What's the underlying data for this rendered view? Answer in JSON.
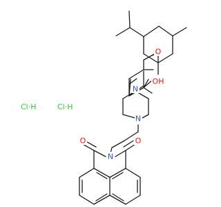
{
  "molecule": {
    "salt": [
      {
        "text": "Cl·H",
        "color": "#33cc33"
      },
      {
        "text": "Cl·H",
        "color": "#33cc33"
      }
    ],
    "atoms": [
      {
        "id": "o_ether",
        "text": "O",
        "color": "#ff0d0d"
      },
      {
        "id": "oh",
        "text": "OH",
        "color": "#ff0d0d"
      },
      {
        "id": "n_pip_top",
        "text": "N",
        "color": "#3050f8"
      },
      {
        "id": "n_pip_bottom",
        "text": "N",
        "color": "#3050f8"
      },
      {
        "id": "n_imide",
        "text": "N",
        "color": "#3050f8"
      },
      {
        "id": "o_carbonyl_left",
        "text": "O",
        "color": "#ff0d0d"
      },
      {
        "id": "o_carbonyl_right",
        "text": "O",
        "color": "#ff0d0d"
      }
    ]
  }
}
